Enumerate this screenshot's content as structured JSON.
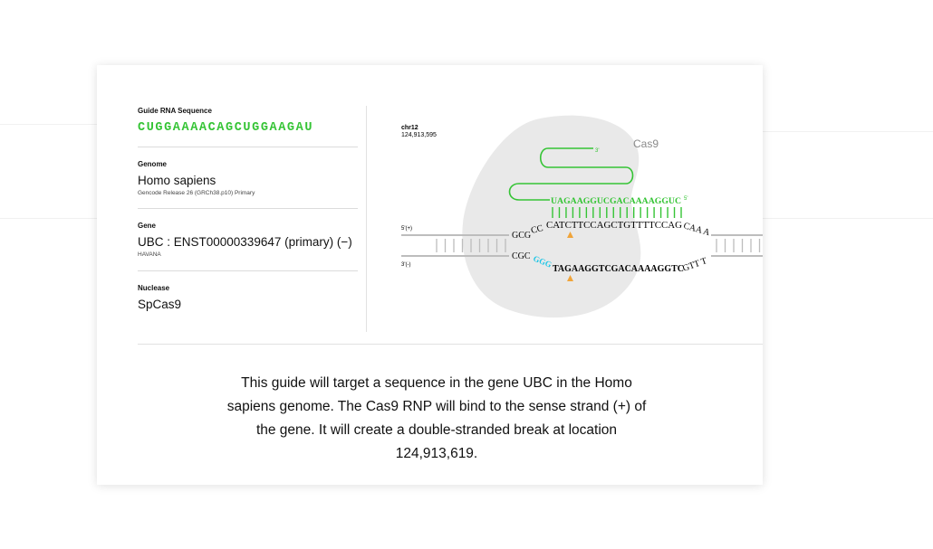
{
  "left_panel": {
    "guide_label": "Guide RNA Sequence",
    "guide_sequence": "CUGGAAAACAGCUGGAAGAU",
    "genome_label": "Genome",
    "genome_value": "Homo sapiens",
    "genome_sub": "Gencode Release 26 (GRCh38.p10) Primary",
    "gene_label": "Gene",
    "gene_value": "UBC : ENST00000339647 (primary) (−)",
    "gene_sub": "HAVANA",
    "nuclease_label": "Nuclease",
    "nuclease_value": "SpCas9"
  },
  "diagram": {
    "chrom": "chr12",
    "position": "124,913,595",
    "cas9_label": "Cas9",
    "rna_three_prime": "3'",
    "rna_five_prime": "5'",
    "rna_seq": "UAGAAGGUCGACAAAAGGUC",
    "strand_plus": "5'(+)",
    "strand_minus": "3'(-)",
    "top_left_bases": "GCG",
    "top_arc_bases": "CC",
    "top_seq": "CATCTTCCAGCTGTTTTCCAG",
    "top_right_bases": "CAA A",
    "bottom_left_bases": "CGC",
    "pam": "GGG",
    "bottom_seq": "TAGAAGGTCGACAAAAGGTC",
    "bottom_right_bases": "GTT T",
    "colors": {
      "rna": "#35c435",
      "pam": "#1ec6e6",
      "cut": "#f0a43a",
      "cas9": "#e9e9e9"
    }
  },
  "summary": "This guide will target a sequence in the gene UBC in the Homo sapiens genome. The Cas9 RNP will bind to the sense strand (+) of the gene. It will create a double-stranded break at location 124,913,619."
}
